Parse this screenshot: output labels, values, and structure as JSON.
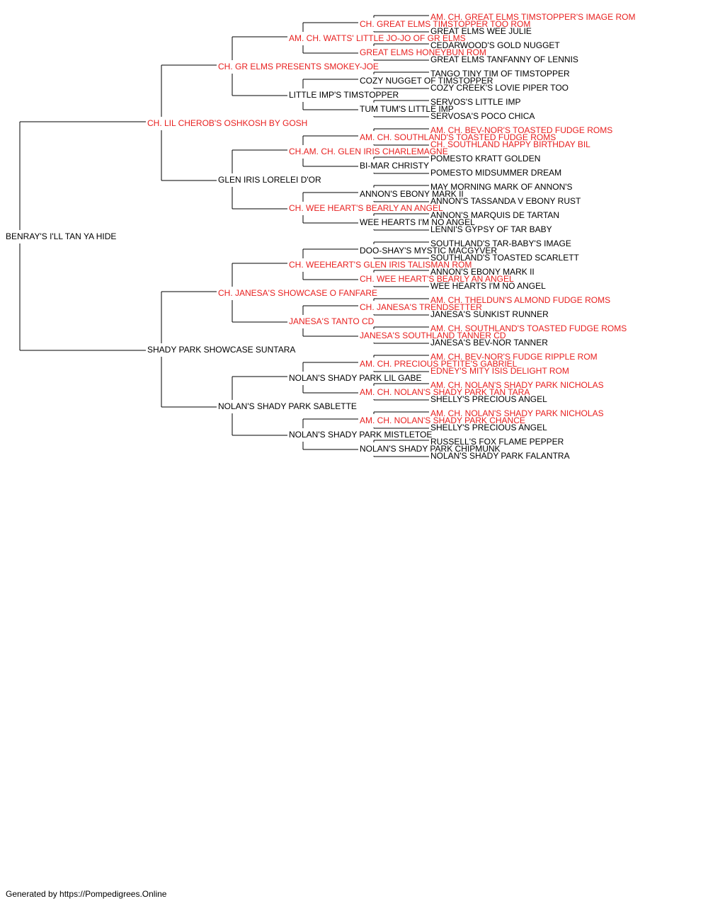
{
  "colors": {
    "champion": "#e8201f",
    "normal": "#000000",
    "line": "#000000"
  },
  "pedigree": {
    "name": "BENRAY'S I'LL TAN YA HIDE",
    "ch": false,
    "sire": {
      "name": "CH. LIL CHEROB'S OSHKOSH BY GOSH",
      "ch": true,
      "sire": {
        "name": "CH. GR ELMS PRESENTS SMOKEY-JOE",
        "ch": true,
        "sire": {
          "name": "AM. CH. WATTS' LITTLE JO-JO OF GR ELMS",
          "ch": true,
          "sire": {
            "name": "CH. GREAT ELMS TIMSTOPPER TOO ROM",
            "ch": true,
            "sire": {
              "name": "AM. CH. GREAT ELMS TIMSTOPPER'S IMAGE ROM",
              "ch": true
            },
            "dam": {
              "name": "GREAT ELMS WEE JULIE",
              "ch": false
            }
          },
          "dam": {
            "name": "GREAT ELMS HONEYBUN ROM",
            "ch": true,
            "sire": {
              "name": "CEDARWOOD'S GOLD NUGGET",
              "ch": false
            },
            "dam": {
              "name": "GREAT ELMS TANFANNY OF LENNIS",
              "ch": false
            }
          }
        },
        "dam": {
          "name": "LITTLE IMP'S TIMSTOPPER",
          "ch": false,
          "sire": {
            "name": "COZY NUGGET OF TIMSTOPPER",
            "ch": false,
            "sire": {
              "name": "TANGO TINY TIM OF TIMSTOPPER",
              "ch": false
            },
            "dam": {
              "name": "COZY CREEK'S LOVIE PIPER TOO",
              "ch": false
            }
          },
          "dam": {
            "name": "TUM TUM'S LITTLE IMP",
            "ch": false,
            "sire": {
              "name": "SERVOS'S LITTLE IMP",
              "ch": false
            },
            "dam": {
              "name": "SERVOSA'S POCO CHICA",
              "ch": false
            }
          }
        }
      },
      "dam": {
        "name": "GLEN IRIS LORELEI D'OR",
        "ch": false,
        "sire": {
          "name": "CH.AM. CH. GLEN IRIS CHARLEMAGNE",
          "ch": true,
          "sire": {
            "name": "AM. CH. SOUTHLAND'S TOASTED FUDGE ROMS",
            "ch": true,
            "sire": {
              "name": "AM. CH. BEV-NOR'S TOASTED FUDGE ROMS",
              "ch": true
            },
            "dam": {
              "name": "CH. SOUTHLAND HAPPY BIRTHDAY BIL",
              "ch": true
            }
          },
          "dam": {
            "name": "BI-MAR CHRISTY",
            "ch": false,
            "sire": {
              "name": "POMESTO KRATT GOLDEN",
              "ch": false
            },
            "dam": {
              "name": "POMESTO MIDSUMMER DREAM",
              "ch": false
            }
          }
        },
        "dam": {
          "name": "CH. WEE HEART'S BEARLY AN ANGEL",
          "ch": true,
          "sire": {
            "name": "ANNON'S EBONY MARK II",
            "ch": false,
            "sire": {
              "name": "MAY MORNING MARK OF ANNON'S",
              "ch": false
            },
            "dam": {
              "name": "ANNON'S TASSANDA V EBONY RUST",
              "ch": false
            }
          },
          "dam": {
            "name": "WEE HEARTS I'M NO ANGEL",
            "ch": false,
            "sire": {
              "name": "ANNON'S MARQUIS DE TARTAN",
              "ch": false
            },
            "dam": {
              "name": "LENNI'S GYPSY OF TAR BABY",
              "ch": false
            }
          }
        }
      }
    },
    "dam": {
      "name": "SHADY PARK SHOWCASE SUNTARA",
      "ch": false,
      "sire": {
        "name": "CH. JANESA'S SHOWCASE O FANFARE",
        "ch": true,
        "sire": {
          "name": "CH. WEEHEART'S GLEN IRIS TALISMAN ROM",
          "ch": true,
          "sire": {
            "name": "DOO-SHAY'S MYSTIC MACGYVER",
            "ch": false,
            "sire": {
              "name": "SOUTHLAND'S TAR-BABY'S IMAGE",
              "ch": false
            },
            "dam": {
              "name": "SOUTHLAND'S TOASTED SCARLETT",
              "ch": false
            }
          },
          "dam": {
            "name": "CH. WEE HEART'S BEARLY AN ANGEL",
            "ch": true,
            "sire": {
              "name": "ANNON'S EBONY MARK II",
              "ch": false
            },
            "dam": {
              "name": "WEE HEARTS I'M NO ANGEL",
              "ch": false
            }
          }
        },
        "dam": {
          "name": "JANESA'S TANTO CD",
          "ch": true,
          "sire": {
            "name": "CH. JANESA'S TRENDSETTER",
            "ch": true,
            "sire": {
              "name": "AM. CH. THELDUN'S ALMOND FUDGE ROMS",
              "ch": true
            },
            "dam": {
              "name": "JANESA'S SUNKIST RUNNER",
              "ch": false
            }
          },
          "dam": {
            "name": "JANESA'S SOUTHLAND TANNER CD",
            "ch": true,
            "sire": {
              "name": "AM. CH. SOUTHLAND'S TOASTED FUDGE ROMS",
              "ch": true
            },
            "dam": {
              "name": "JANESA'S BEV-NOR TANNER",
              "ch": false
            }
          }
        }
      },
      "dam": {
        "name": "NOLAN'S SHADY PARK SABLETTE",
        "ch": false,
        "sire": {
          "name": "NOLAN'S SHADY PARK LIL GABE",
          "ch": false,
          "sire": {
            "name": "AM. CH. PRECIOUS PETITE'S GABRIEL",
            "ch": true,
            "sire": {
              "name": "AM. CH. BEV-NOR'S FUDGE RIPPLE ROM",
              "ch": true
            },
            "dam": {
              "name": "EDNEY'S MITY ISIS DELIGHT ROM",
              "ch": true
            }
          },
          "dam": {
            "name": "AM. CH. NOLAN'S SHADY PARK TAN TARA",
            "ch": true,
            "sire": {
              "name": "AM. CH. NOLAN'S SHADY PARK NICHOLAS",
              "ch": true
            },
            "dam": {
              "name": "SHELLY'S PRECIOUS ANGEL",
              "ch": false
            }
          }
        },
        "dam": {
          "name": "NOLAN'S SHADY PARK MISTLETOE",
          "ch": false,
          "sire": {
            "name": "AM. CH. NOLAN'S SHADY PARK CHANCE",
            "ch": true,
            "sire": {
              "name": "AM. CH. NOLAN'S SHADY PARK NICHOLAS",
              "ch": true
            },
            "dam": {
              "name": "SHELLY'S PRECIOUS ANGEL",
              "ch": false
            }
          },
          "dam": {
            "name": "NOLAN'S SHADY PARK CHIPMUNK",
            "ch": false,
            "sire": {
              "name": "RUSSELL'S FOX FLAME PEPPER",
              "ch": false
            },
            "dam": {
              "name": "NOLAN'S SHADY PARK FALANTRA",
              "ch": false
            }
          }
        }
      }
    }
  },
  "footer": {
    "text": "Generated by https://Pompedigrees.Online"
  }
}
